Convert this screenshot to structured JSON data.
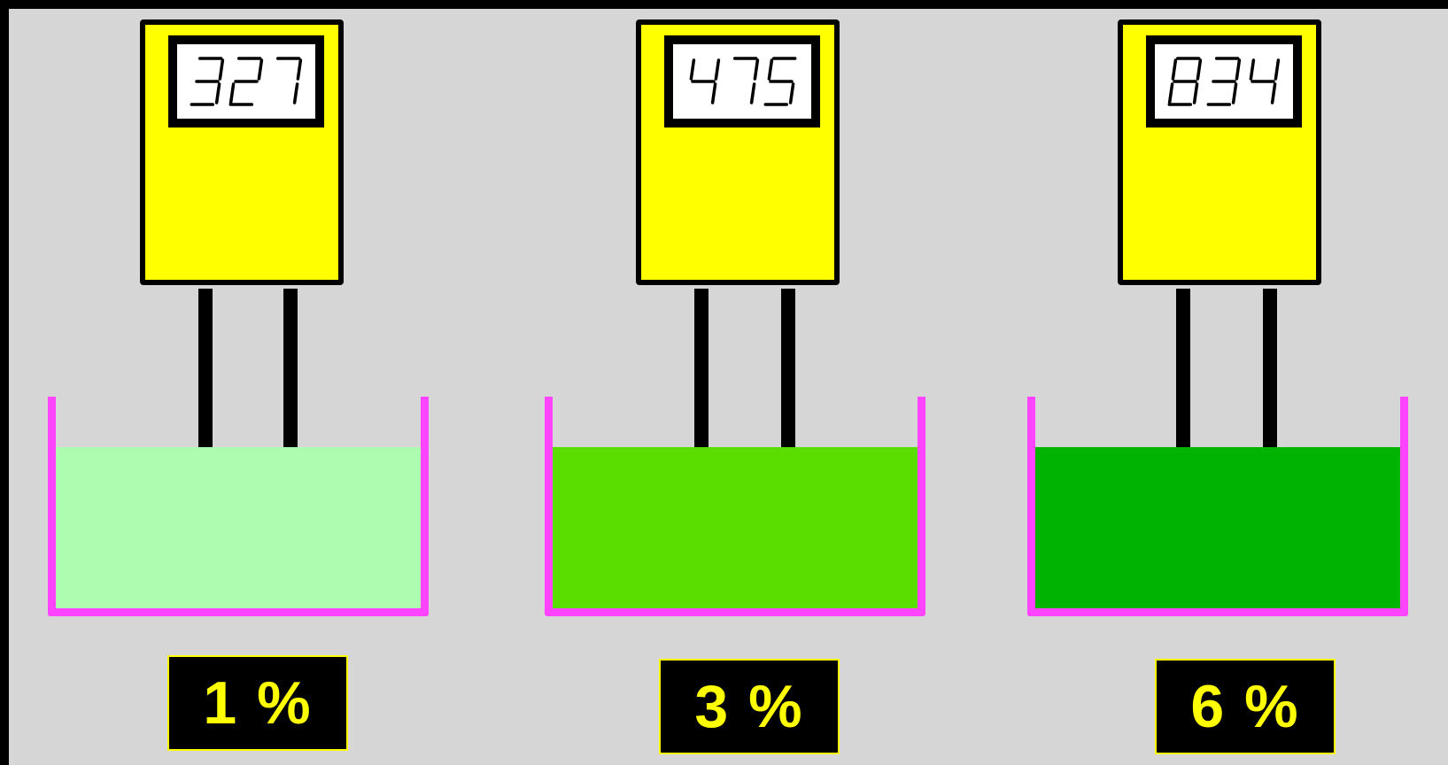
{
  "colors": {
    "background": "#d6d6d6",
    "frame": "#000000",
    "meter_body": "#ffff00",
    "beaker_wall": "#ff44ff",
    "label_text": "#ffff00",
    "label_bg": "#000000"
  },
  "samples": [
    {
      "reading": "327",
      "label": "1 %",
      "liquid_color": "#aefcb0",
      "fill_level": 0.76
    },
    {
      "reading": "475",
      "label": "3 %",
      "liquid_color": "#59de00",
      "fill_level": 0.76
    },
    {
      "reading": "834",
      "label": "6 %",
      "liquid_color": "#00b300",
      "fill_level": 0.76
    }
  ]
}
